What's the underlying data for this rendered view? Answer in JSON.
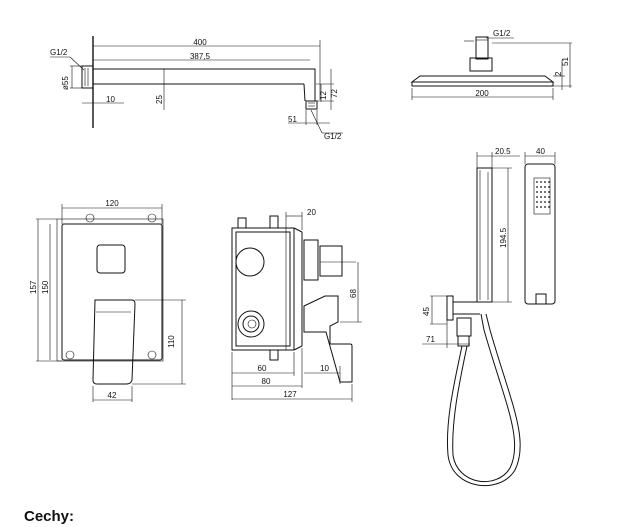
{
  "views": {
    "arm_side": {
      "d_total": "400",
      "d_arm": "387,5",
      "thread_top": "G1/2",
      "wall_dia": "ø55",
      "d_wall_gap": "10",
      "d_drop": "25",
      "d_12": "12",
      "d_72": "72",
      "d_51": "51",
      "thread_bottom": "G1/2"
    },
    "head": {
      "thread": "G1/2",
      "d_2": "2",
      "d_51": "51",
      "width": "200"
    },
    "plate": {
      "width": "120",
      "h_outer": "157",
      "h_inner": "150",
      "lever_height": "110",
      "lever_width": "42"
    },
    "body_side": {
      "d_20": "20",
      "d_68": "68",
      "d_60": "60",
      "d_80": "80",
      "d_10": "10",
      "d_127": "127"
    },
    "handheld": {
      "d_20_5": "20.5",
      "d_40": "40",
      "length": "194.5",
      "d_45": "45",
      "d_71": "71"
    }
  },
  "section_heading": "Cechy:"
}
